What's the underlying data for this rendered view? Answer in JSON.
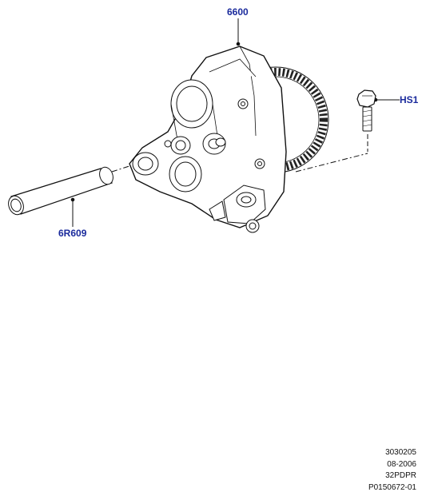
{
  "callouts": {
    "oil_pump": "6600",
    "bolt": "HS1",
    "pipe": "6R609"
  },
  "reference": {
    "line1": "3030205",
    "line2": "08-2006",
    "line3": "32PDPR",
    "line4": "P0150672-01"
  },
  "colors": {
    "callout_text": "#1a2a9c",
    "line_art": "#111111"
  }
}
